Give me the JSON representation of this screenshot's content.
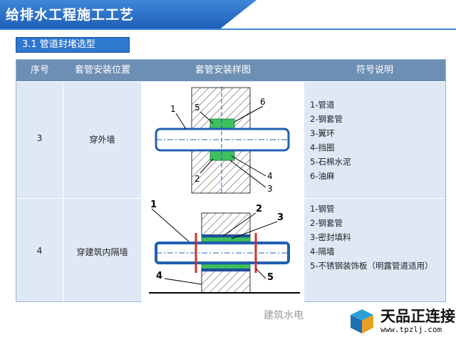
{
  "title": "给排水工程施工工艺",
  "section": "3.1 管道封堵选型",
  "headers": [
    "序号",
    "套管安装位置",
    "套管安装样图",
    "符号说明"
  ],
  "rows": [
    {
      "num": "3",
      "position": "穿外墙",
      "callouts": [
        "1",
        "5",
        "6",
        "2",
        "4",
        "3"
      ],
      "legend": [
        "1-管道",
        "2-钢套管",
        "3-翼环",
        "4-挡圈",
        "5-石棉水泥",
        "6-油麻"
      ]
    },
    {
      "num": "4",
      "position": "穿建筑内隔墙",
      "callouts": [
        "1",
        "2",
        "3",
        "4",
        "5"
      ],
      "legend": [
        "1-钢管",
        "2-钢套管",
        "3-密封填料",
        "4-隔墙",
        "5-不锈钢装饰板（明露管道适用）"
      ]
    }
  ],
  "watermark": "建筑水电",
  "brand": {
    "name": "天品正连接",
    "url": "www.tpzlj.com"
  },
  "colors": {
    "banner": "#2f78d0",
    "header": "#6e8fb4",
    "table_bg": "#dfe9f6",
    "pipe": "#2060b0",
    "fill_green": "#3fbf60"
  }
}
